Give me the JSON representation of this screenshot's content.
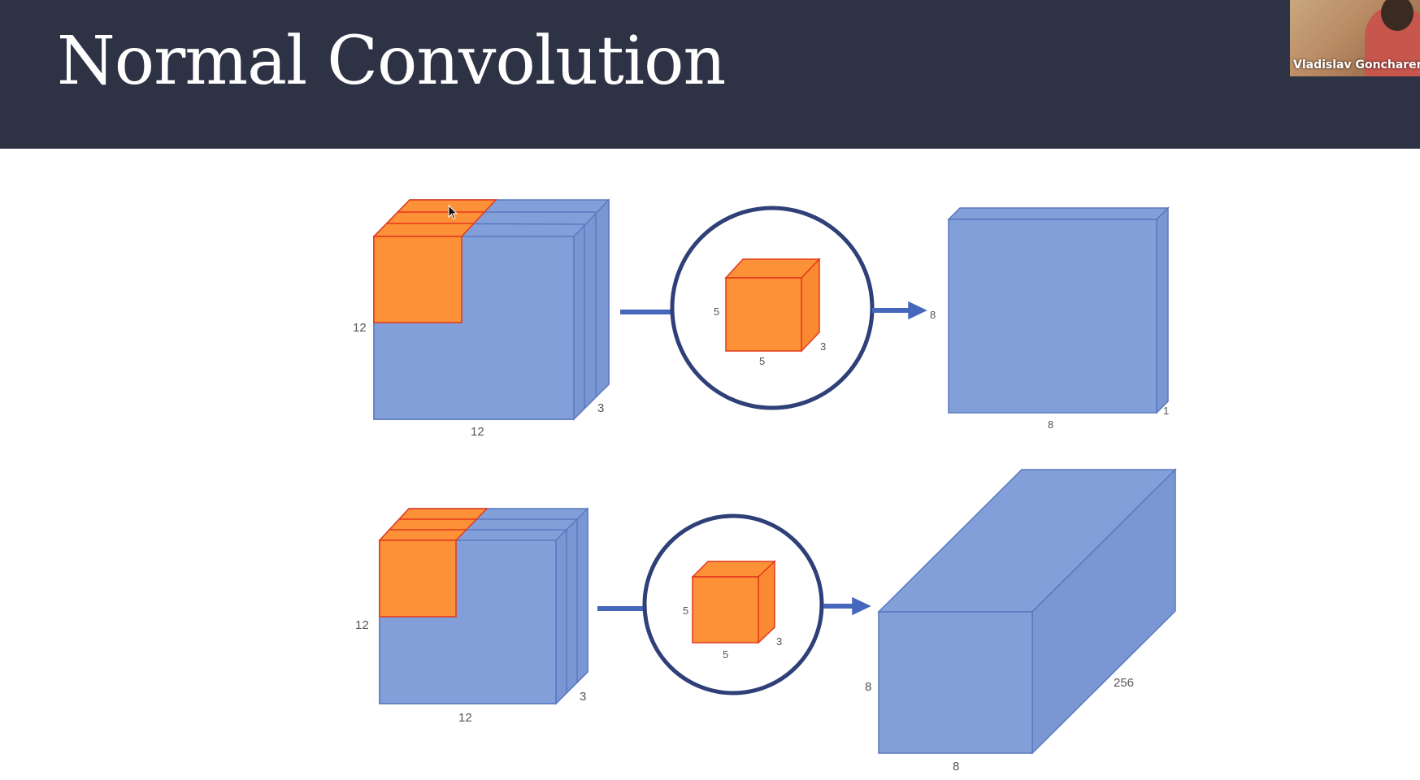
{
  "slide": {
    "title": "Normal Convolution"
  },
  "presenter": {
    "name": "Vladislav Goncharen..."
  },
  "colors": {
    "header_bg": "#2e3245",
    "cube_blue": "#839fd9",
    "cube_blue_edge": "#5a78c0",
    "kernel_orange": "#fd9138",
    "kernel_edge": "#e4381c",
    "circle": "#2f3f78",
    "arrow": "#4668bc"
  },
  "diagram": {
    "row1": {
      "input": {
        "height_label": "12",
        "width_label": "12",
        "depth_label": "3"
      },
      "kernel": {
        "height_label": "5",
        "width_label": "5",
        "depth_label": "3"
      },
      "output": {
        "height_label": "8",
        "width_label": "8",
        "depth_label": "1"
      }
    },
    "row2": {
      "input": {
        "height_label": "12",
        "width_label": "12",
        "depth_label": "3"
      },
      "kernel": {
        "height_label": "5",
        "width_label": "5",
        "depth_label": "3"
      },
      "output": {
        "height_label": "8",
        "width_label": "8",
        "depth_label": "256"
      }
    }
  }
}
